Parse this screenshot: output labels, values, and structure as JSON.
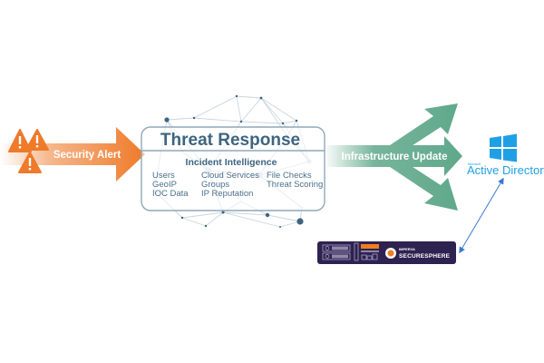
{
  "diagram": {
    "security_alert": {
      "label": "Security Alert",
      "color": "#ee7a2a",
      "icon": "warning-triangle-icon",
      "icon_count": 3
    },
    "threat_response": {
      "title": "Threat Response",
      "subtitle": "Incident Intelligence",
      "columns": [
        [
          "Users",
          "GeoIP",
          "IOC Data"
        ],
        [
          "Cloud Services",
          "Groups",
          "IP Reputation"
        ],
        [
          "File Checks",
          "Threat Scoring"
        ]
      ],
      "color": "#3e6480"
    },
    "infrastructure_update": {
      "label": "Infrastructure Update",
      "color": "#5fa88a",
      "branches": 3
    },
    "active_directory": {
      "vendor": "Microsoft",
      "label": "Active Directory",
      "icon": "windows-logo-icon",
      "color": "#1fa0e6"
    },
    "imperva": {
      "brand_small": "IMPERVA",
      "brand_big": "SECURESPHERE",
      "background": "#2e2250",
      "accent": "#f07d1e"
    },
    "link": {
      "type": "bidirectional-arrow",
      "from": "Active Directory",
      "to": "Imperva SecureSphere",
      "color": "#3d78d0"
    }
  }
}
